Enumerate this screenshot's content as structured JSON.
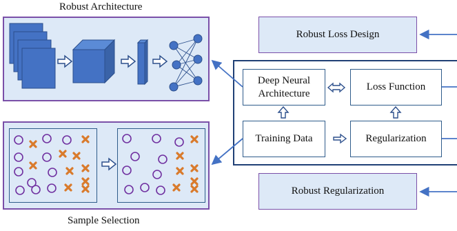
{
  "colors": {
    "panel_fill": "#dde9f7",
    "panel_border": "#7a4fa8",
    "box_border": "#2e5b8a",
    "arrow_blue": "#4472c4",
    "shape_blue": "#4472c4",
    "circle_purple": "#7030a0",
    "cross_orange": "#d97a2b"
  },
  "top_left": {
    "title": "Robust Architecture"
  },
  "bottom_left": {
    "title": "Sample Selection"
  },
  "right_top": {
    "label": "Robust Loss Design"
  },
  "right_bottom": {
    "label": "Robust Regularization"
  },
  "core": {
    "dnn": "Deep Neural Architecture",
    "loss": "Loss Function",
    "training": "Training Data",
    "regularization": "Regularization"
  }
}
